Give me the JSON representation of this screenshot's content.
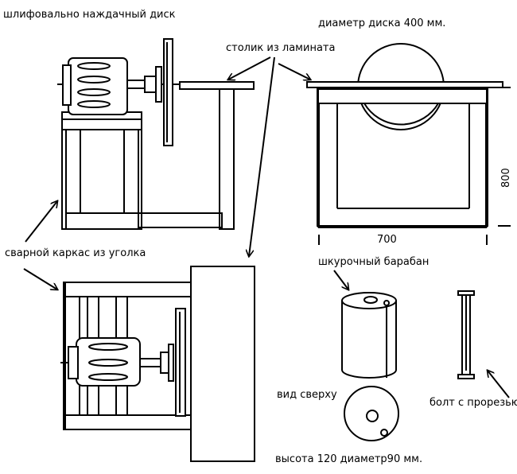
{
  "labels": {
    "title": "шлифовально наждачный диск",
    "disc_diameter": "диаметр диска 400 мм.",
    "table": "столик из ламината",
    "frame": "сварной каркас из уголка",
    "drum": "шкурочный барабан",
    "top_view": "вид сверху",
    "bolt": "болт с прорезью",
    "drum_size": "высота 120  диаметр90 мм."
  },
  "dimensions": {
    "width": "700",
    "height": "800"
  }
}
